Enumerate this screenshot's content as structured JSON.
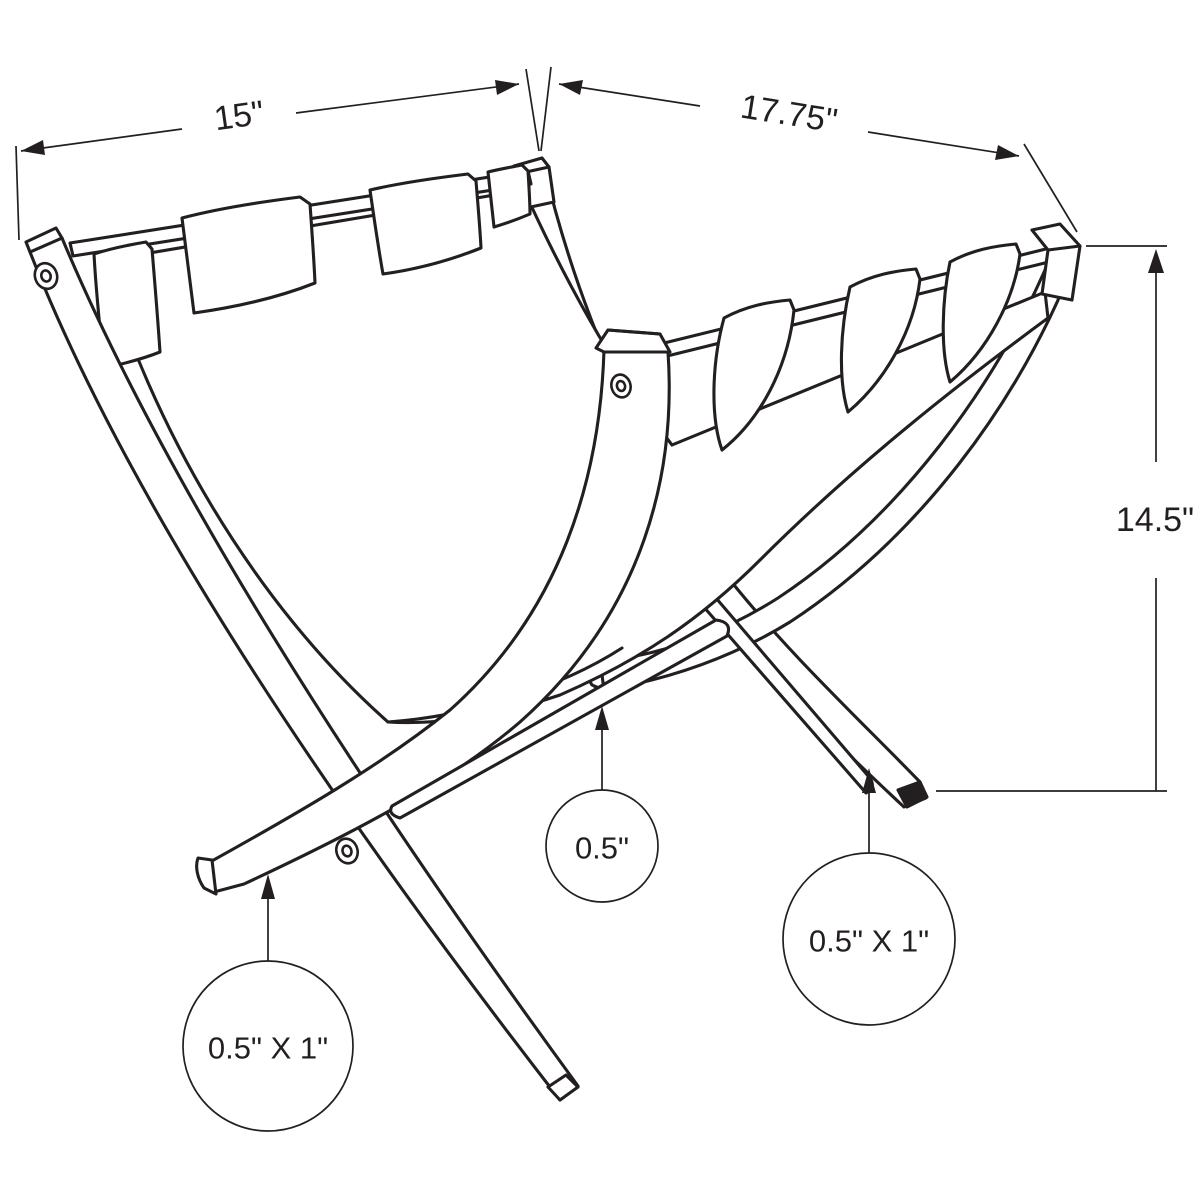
{
  "page": {
    "background": "#ffffff",
    "line_color": "#231f20",
    "subject": "Folding X-frame magazine rack with fabric sling — dimension drawing"
  },
  "dimensions": {
    "width_label": "15\"",
    "depth_label": "17.75\"",
    "height_label": "14.5\""
  },
  "callouts": {
    "bar_thickness_label": "0.5\"",
    "right_leg_section_label": "0.5\" X 1\"",
    "left_leg_section_label": "0.5\" X 1\""
  }
}
